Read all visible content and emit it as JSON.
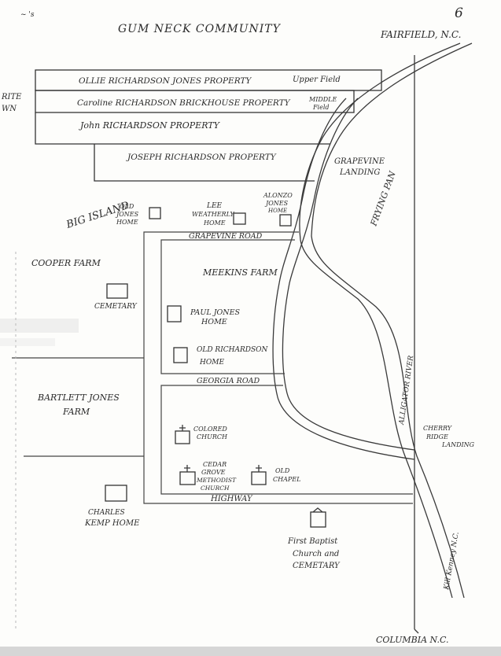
{
  "page_number": "6",
  "title": "GUM NECK COMMUNITY",
  "corner_scribble": "~ 's",
  "places": {
    "fairfield": "FAIRFIELD, N.C.",
    "columbia": "COLUMBIA N.C.",
    "left_cut_top": "RITE",
    "left_cut_bottom": "WN",
    "big_island": "BIG ISLAND"
  },
  "properties": {
    "ollie": "OLLIE RICHARDSON JONES PROPERTY",
    "upper_field": "Upper Field",
    "caroline": "Caroline RICHARDSON BRICKHOUSE PROPERTY",
    "middle_field_1": "MIDDLE",
    "middle_field_2": "Field",
    "john": "John RICHARDSON PROPERTY",
    "joseph": "JOSEPH RICHARDSON PROPERTY"
  },
  "landmarks": {
    "grapevine_landing_1": "GRAPEVINE",
    "grapevine_landing_2": "LANDING",
    "frying_pan": "FRYING PAN",
    "old_jones_home_1": "OLD",
    "old_jones_home_2": "JONES",
    "old_jones_home_3": "HOME",
    "lee_1": "LEE",
    "lee_2": "WEATHERLY",
    "lee_3": "HOME",
    "alonzo_1": "ALONZO",
    "alonzo_2": "JONES",
    "alonzo_3": "HOME",
    "grapevine_road": "GRAPEVINE ROAD",
    "cooper_farm": "COOPER FARM",
    "meekins_farm": "MEEKINS FARM",
    "cemetary": "CEMETARY",
    "paul_1": "PAUL JONES",
    "paul_2": "HOME",
    "old_rich_1": "OLD RICHARDSON",
    "old_rich_2": "HOME",
    "georgia_road": "GEORGIA ROAD",
    "alligator_river": "ALLIGATOR RIVER",
    "bartlett_1": "BARTLETT JONES",
    "bartlett_2": "FARM",
    "colored_1": "COLORED",
    "colored_2": "CHURCH",
    "cherry_1": "CHERRY",
    "cherry_2": "RIDGE",
    "cherry_3": "LANDING",
    "cedar_1": "CEDAR",
    "cedar_2": "GROVE",
    "cedar_3": "METHODIST",
    "cedar_4": "CHURCH",
    "old_chapel_1": "OLD",
    "old_chapel_2": "CHAPEL",
    "highway": "HIGHWAY",
    "charles_1": "CHARLES",
    "charles_2": "KEMP HOME",
    "first_baptist_1": "First Baptist",
    "first_baptist_2": "Church and",
    "first_baptist_3": "CEMETARY",
    "kill_kenney": "Kill Kenney N.C."
  }
}
